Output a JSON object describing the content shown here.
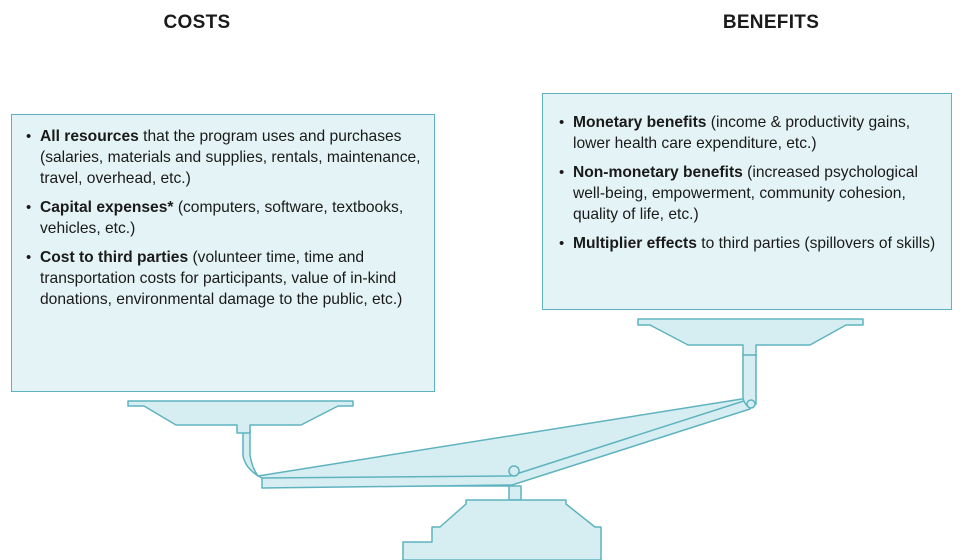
{
  "headings": {
    "costs": "COSTS",
    "benefits": "BENEFITS"
  },
  "costs": {
    "items": [
      {
        "bold": "All resources",
        "text": " that the program uses and purchases (salaries, materials and supplies, rentals, maintenance, travel, overhead, etc.)"
      },
      {
        "bold": "Capital expenses*",
        "text": " (computers, software, textbooks, vehicles, etc.)"
      },
      {
        "bold": "Cost to third parties",
        "text": " (volunteer time, time and transportation costs for participants, value of in-kind donations, environmental damage to the public, etc.)"
      }
    ]
  },
  "benefits": {
    "items": [
      {
        "bold": "Monetary benefits",
        "text": " (income & productivity gains, lower health care expenditure, etc.)"
      },
      {
        "bold": "Non-monetary benefits",
        "text": " (increased psychological well-being, empowerment, community cohesion, quality of life, etc.)"
      },
      {
        "bold": "Multiplier effects",
        "text": " to third parties (spillovers of skills)"
      }
    ]
  },
  "colors": {
    "panel_fill": "#e4f3f5",
    "panel_border": "#5fb3bf",
    "scale_fill": "#d6eef1",
    "scale_stroke": "#5fb3bf"
  },
  "icons": {
    "scale": "balance-scale-icon"
  }
}
